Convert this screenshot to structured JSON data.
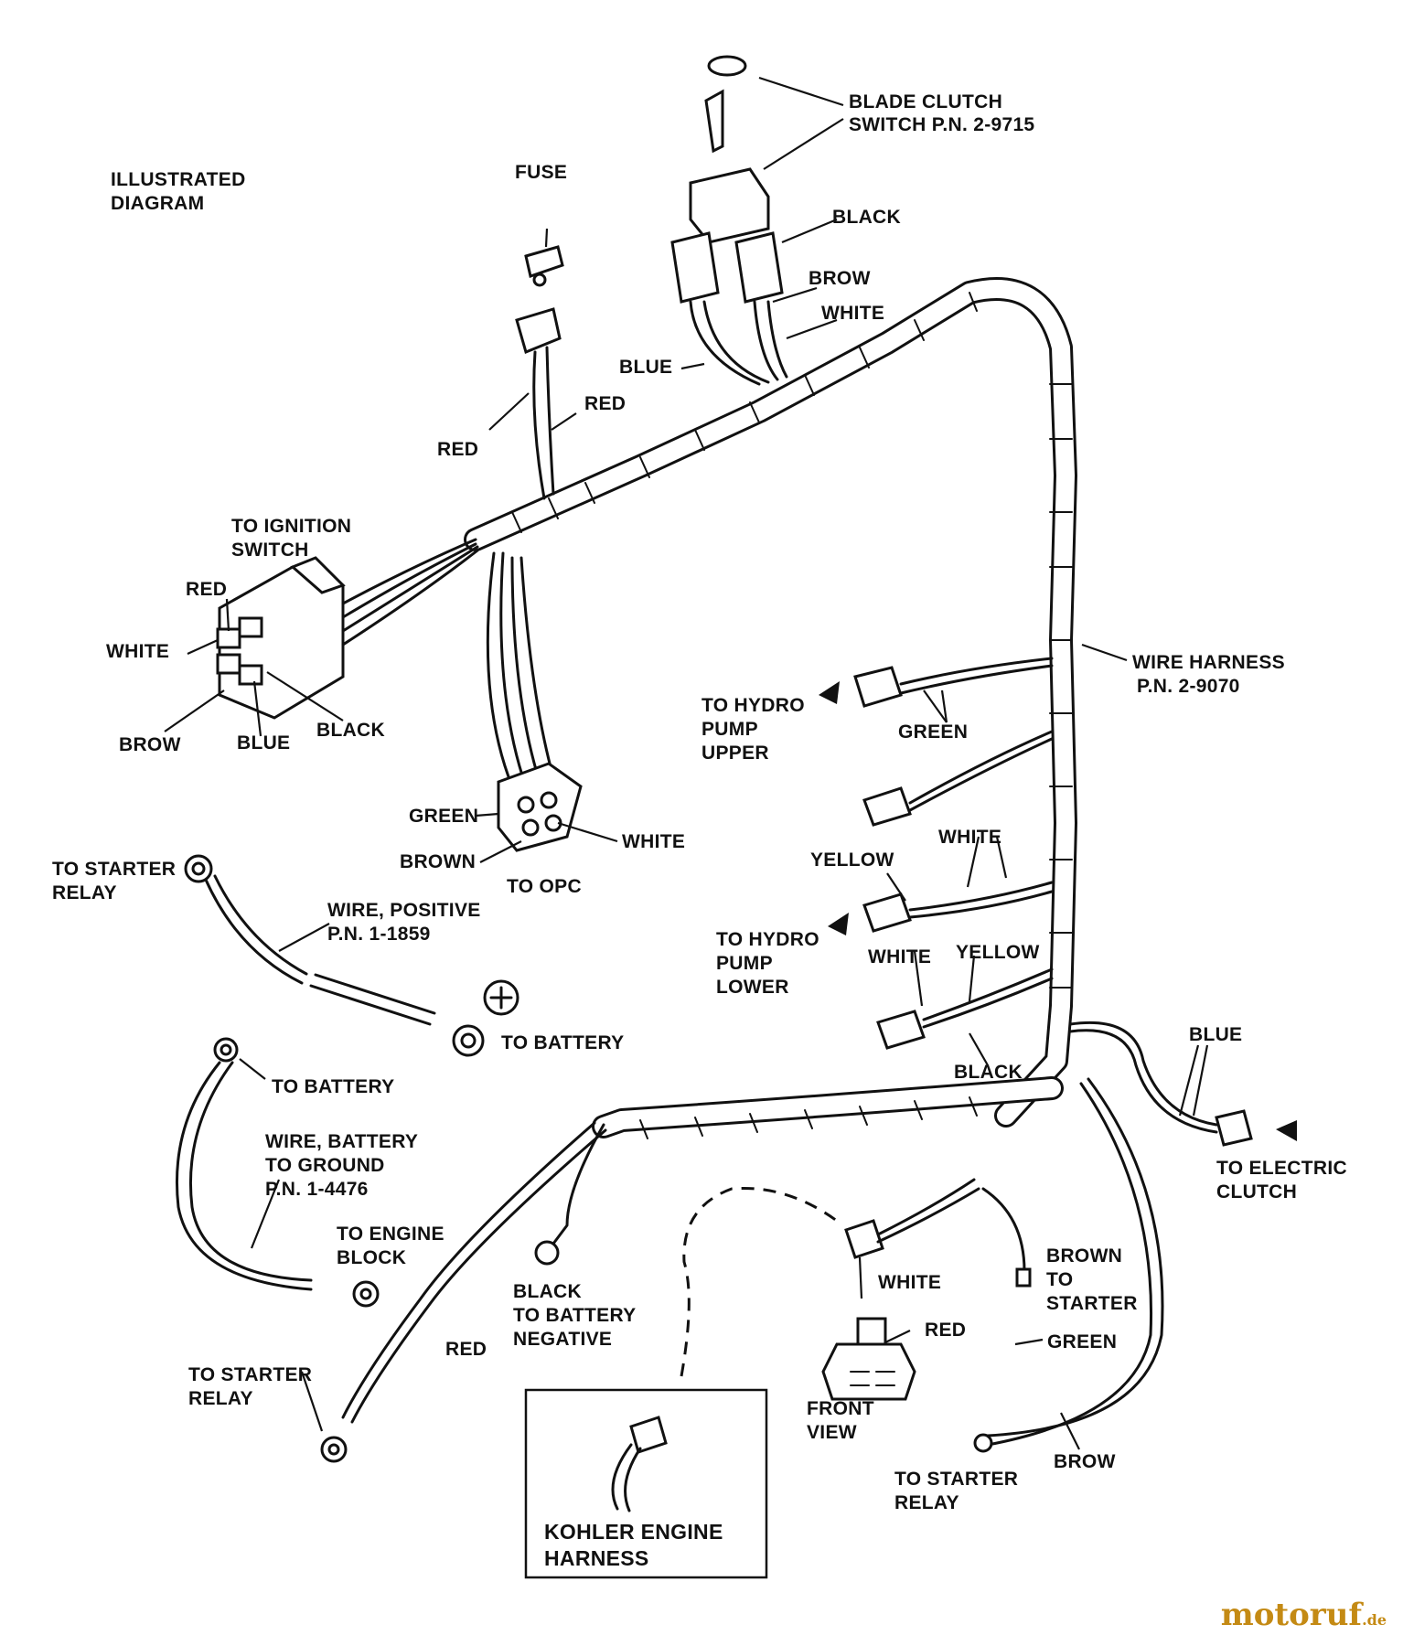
{
  "title": {
    "line1": "ILLUSTRATED",
    "line2": "DIAGRAM"
  },
  "fuse": "FUSE",
  "blade_clutch": {
    "line1": "BLADE CLUTCH",
    "line2": "SWITCH P.N. 2-9715"
  },
  "switch_wires": {
    "black": "BLACK",
    "brow": "BROW",
    "white": "WHITE",
    "blue": "BLUE"
  },
  "fuse_wires": {
    "red_a": "RED",
    "red_b": "RED"
  },
  "ignition": {
    "title1": "TO IGNITION",
    "title2": "SWITCH",
    "red": "RED",
    "white": "WHITE",
    "black": "BLACK",
    "brow": "BROW",
    "blue": "BLUE"
  },
  "opc": {
    "green": "GREEN",
    "brown": "BROWN",
    "white": "WHITE",
    "title": "TO OPC"
  },
  "harness": {
    "line1": "WIRE HARNESS",
    "line2": "P.N. 2-9070"
  },
  "hydro_upper": {
    "line1": "TO HYDRO",
    "line2": "PUMP",
    "line3": "UPPER",
    "green": "GREEN"
  },
  "hydro_lower": {
    "line1": "TO HYDRO",
    "line2": "PUMP",
    "line3": "LOWER",
    "yellow_a": "YELLOW",
    "white_a": "WHITE",
    "white_b": "WHITE",
    "yellow_b": "YELLOW",
    "black": "BLACK"
  },
  "positive_wire": {
    "starter1": "TO STARTER",
    "starter2": "RELAY",
    "wire1": "WIRE, POSITIVE",
    "wire2": "P.N. 1-1859",
    "battery": "TO BATTERY",
    "plus_symbol": "+"
  },
  "ground_wire": {
    "battery": "TO BATTERY",
    "wire1": "WIRE, BATTERY",
    "wire2": "TO GROUND",
    "wire3": "P.N. 1-4476",
    "engine1": "TO ENGINE",
    "engine2": "BLOCK"
  },
  "lower_left": {
    "black1": "BLACK",
    "black2": "TO BATTERY",
    "black3": "NEGATIVE",
    "red": "RED",
    "starter1": "TO STARTER",
    "starter2": "RELAY"
  },
  "electric_clutch": {
    "blue": "BLUE",
    "line1": "TO ELECTRIC",
    "line2": "CLUTCH"
  },
  "front_view": {
    "white": "WHITE",
    "red": "RED",
    "line1": "FRONT",
    "line2": "VIEW"
  },
  "brown_starter": {
    "line1": "BROWN",
    "line2": "TO",
    "line3": "STARTER"
  },
  "lower_right": {
    "green": "GREEN",
    "brow": "BROW",
    "starter1": "TO STARTER",
    "starter2": "RELAY"
  },
  "kohler": {
    "line1": "KOHLER ENGINE",
    "line2": "HARNESS"
  },
  "watermark": {
    "brand": "motoruf",
    "suffix": ".de"
  }
}
